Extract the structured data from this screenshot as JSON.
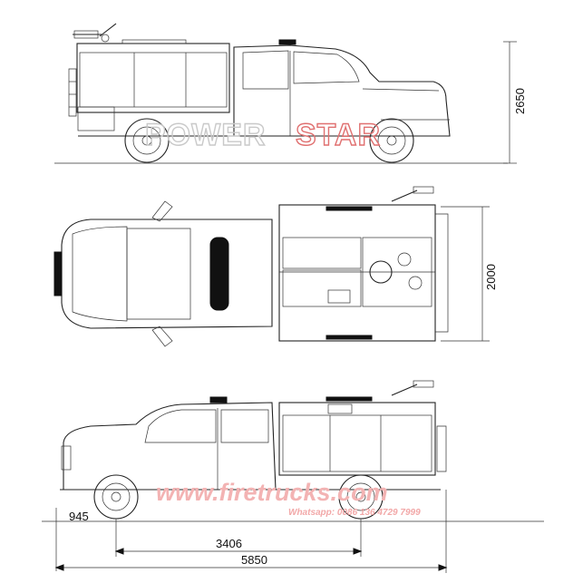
{
  "dimensions": {
    "overall_height": "2650",
    "overall_width": "2000",
    "front_overhang": "945",
    "wheelbase": "3406",
    "overall_length": "5850"
  },
  "watermark": {
    "brand_left": "POWER",
    "brand_right": "STAR",
    "site": "www.firetrucks.com",
    "whatsapp": "Whatsapp: 0086 136 4729 7999"
  },
  "colors": {
    "line": "#222222",
    "watermark_grey": "#c9c9c9",
    "watermark_red": "#e07070",
    "watermark_pink": "#f3b3b3"
  }
}
